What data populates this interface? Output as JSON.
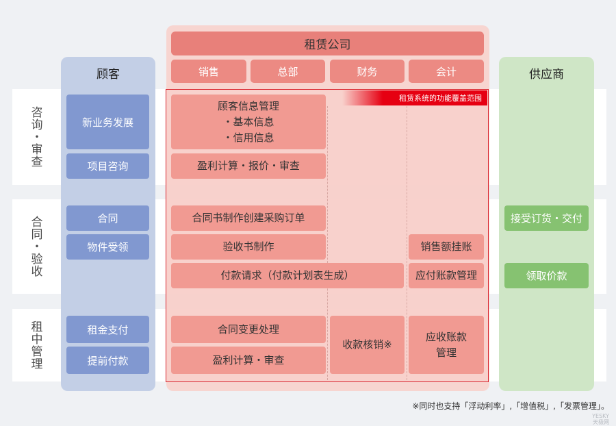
{
  "columns": {
    "customer": "顾客",
    "supplier": "供应商",
    "lease_company": "租赁公司",
    "departments": [
      "销售",
      "总部",
      "财务",
      "会计"
    ]
  },
  "scope_label": "租赁系统的功能覆盖范围",
  "phases": {
    "consult": "咨询・审查",
    "contract": "合同・验收",
    "term": "租中管理"
  },
  "customer_items": {
    "new_business": "新业务发展",
    "project_consult": "项目咨询",
    "contract": "合同",
    "receive_goods": "物件受领",
    "rent_payment": "租金支付",
    "prepayment": "提前付款"
  },
  "system_items": {
    "customer_info": {
      "title": "顾客信息管理",
      "lines": [
        "・基本信息",
        "・信用信息"
      ]
    },
    "profit_calc_quote": "盈利计算・报价・审查",
    "contract_po": "合同书制作创建采购订单",
    "acceptance": "验收书制作",
    "sales_ledger": "销售额挂账",
    "payment_request": "付款请求（付款计划表生成）",
    "payables": "应付账款管理",
    "contract_change": "合同变更处理",
    "profit_calc_review": "盈利计算・审查",
    "receipt_writeoff": "收款核销※",
    "receivables": {
      "lines": [
        "应收账款",
        "管理"
      ]
    }
  },
  "supplier_items": {
    "order_delivery": "接受订货・交付",
    "receive_payment": "领取价款"
  },
  "footnote": "※同时也支持「浮动利率」,「增值税」,「发票管理」。",
  "watermark": {
    "line1": "YESKY",
    "line2": "天极网"
  }
}
